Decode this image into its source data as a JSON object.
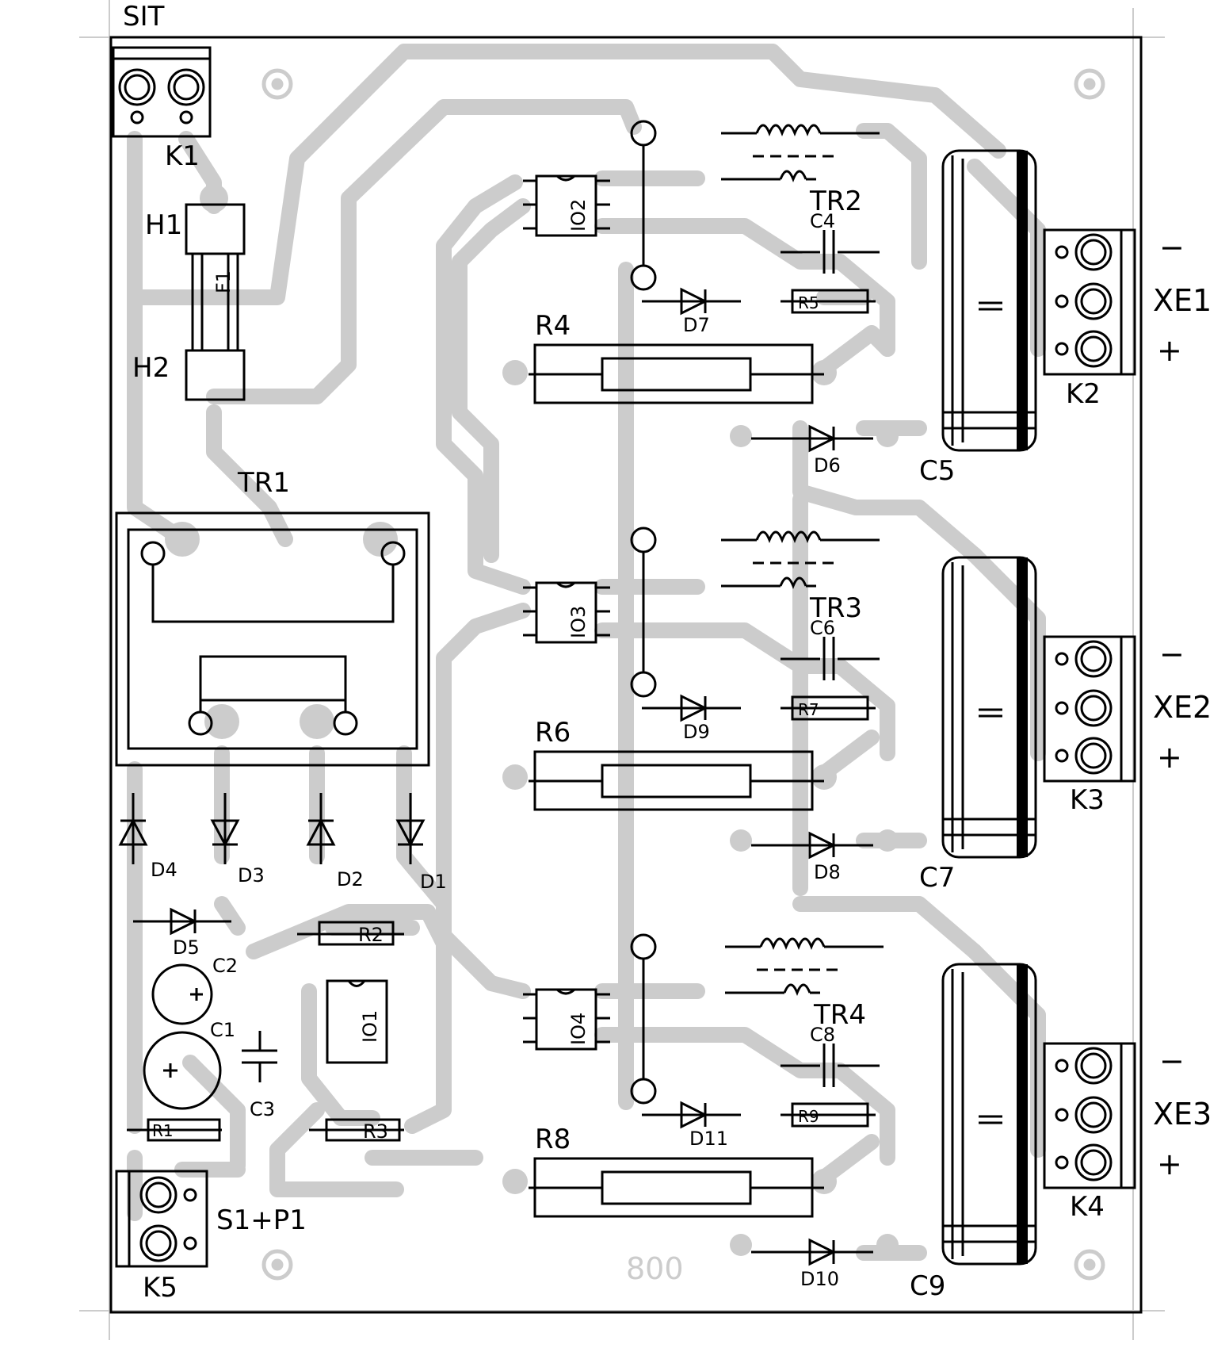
{
  "corner_label": "SIT",
  "board_code": "800",
  "colors": {
    "trace": "#cccccc",
    "ink": "#000000",
    "paper": "#ffffff"
  },
  "terminals": {
    "k1": "K1",
    "k2": "K2",
    "k3": "K3",
    "k4": "K4",
    "k5": "K5",
    "xe1": "XE1",
    "xe2": "XE2",
    "xe3": "XE3",
    "minus": "−",
    "plus": "+",
    "s1p1": "S1+P1"
  },
  "fuse": {
    "h1": "H1",
    "h2": "H2",
    "f1": "F1"
  },
  "transformers": {
    "tr1": "TR1",
    "tr2": "TR2",
    "tr3": "TR3",
    "tr4": "TR4"
  },
  "ics": {
    "io1": "IO1",
    "io2": "IO2",
    "io3": "IO3",
    "io4": "IO4"
  },
  "resistors": {
    "r1": "R1",
    "r2": "R2",
    "r3": "R3",
    "r4": "R4",
    "r5": "R5",
    "r6": "R6",
    "r7": "R7",
    "r8": "R8",
    "r9": "R9"
  },
  "diodes": {
    "d1": "D1",
    "d2": "D2",
    "d3": "D3",
    "d4": "D4",
    "d5": "D5",
    "d6": "D6",
    "d7": "D7",
    "d8": "D8",
    "d9": "D9",
    "d10": "D10",
    "d11": "D11"
  },
  "capacitors": {
    "c1": "C1",
    "c2": "C2",
    "c3": "C3",
    "c4": "C4",
    "c5": "C5",
    "c6": "C6",
    "c7": "C7",
    "c8": "C8",
    "c9": "C9"
  }
}
